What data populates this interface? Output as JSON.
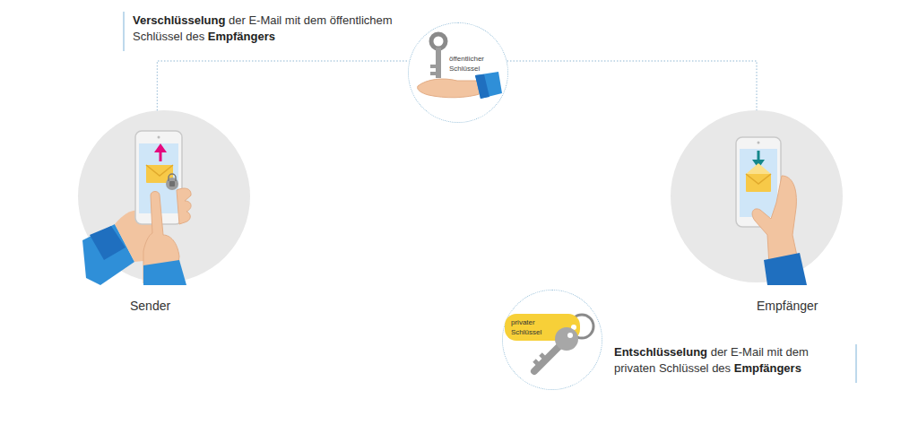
{
  "diagram": {
    "nodes": [
      {
        "text": [
          "Sender"
        ]
      },
      {
        "text": [
          "öffentlicher Schlüssel"
        ]
      },
      {
        "text": [
          "Empfänger"
        ]
      },
      {
        "text": [
          "privater Schlüssel"
        ]
      }
    ],
    "edges": [
      {
        "from": 0,
        "to": 1,
        "arrow": "none"
      },
      {
        "from": 1,
        "to": 2,
        "arrow": "none"
      }
    ],
    "labels": [
      "Verschlüsselung der E-Mail mit dem öffentlichem Schlüssel des Empfängers",
      "Entschlüsselung der E-Mail mit dem privaten Schlüssel des Empfängers"
    ]
  }
}
